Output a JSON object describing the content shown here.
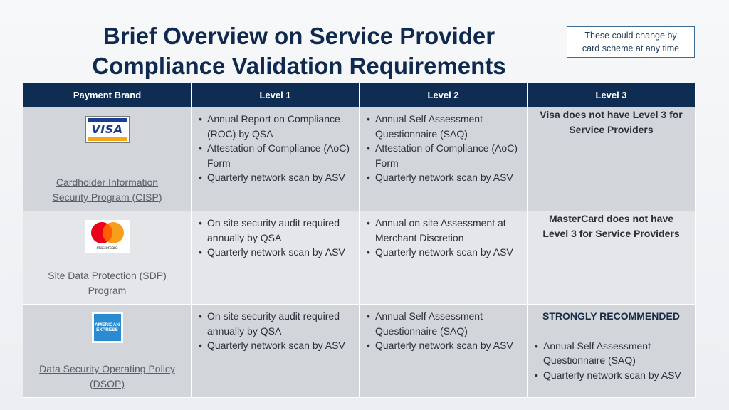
{
  "title": {
    "line1": "Brief Overview on Service Provider",
    "line2": "Compliance Validation Requirements"
  },
  "note": {
    "line1": "These could change by",
    "line2": "card scheme at any time"
  },
  "table": {
    "headers": [
      "Payment Brand",
      "Level 1",
      "Level 2",
      "Level 3"
    ],
    "rows": [
      {
        "logo_text": "VISA",
        "program_line1": "Cardholder Information",
        "program_line2": "Security Program (CISP)",
        "level1": [
          "Annual Report on Compliance (ROC) by QSA",
          "Attestation of Compliance (AoC) Form",
          "Quarterly network scan by ASV"
        ],
        "level2": [
          "Annual Self Assessment Questionnaire (SAQ)",
          "Attestation of Compliance (AoC) Form",
          "Quarterly network scan by ASV"
        ],
        "level3_line1": "Visa does not have Level 3 for",
        "level3_line2": "Service Providers"
      },
      {
        "logo_text": "mastercard",
        "program_line1": "Site Data Protection (SDP)",
        "program_line2": "Program",
        "level1": [
          "On site security audit required annually by QSA",
          "Quarterly network scan by ASV"
        ],
        "level2": [
          "Annual on site Assessment at Merchant Discretion",
          "Quarterly network scan by ASV"
        ],
        "level3_line1": "MasterCard does not have",
        "level3_line2": "Level 3 for Service Providers"
      },
      {
        "logo_text_1": "AMERICAN",
        "logo_text_2": "EXPRESS",
        "program_line1": "Data Security Operating Policy",
        "program_line2": "(DSOP)",
        "level1": [
          "On site security audit required annually by QSA",
          "Quarterly network scan by ASV"
        ],
        "level2": [
          "Annual Self Assessment Questionnaire (SAQ)",
          "Quarterly network scan by ASV"
        ],
        "level3_heading": "STRONGLY RECOMMENDED",
        "level3": [
          "Annual Self Assessment Questionnaire (SAQ)",
          "Quarterly network scan by ASV"
        ]
      }
    ]
  },
  "colors": {
    "header_bg": "#0f2c52",
    "title": "#0f2a4e",
    "row_dark": "#d2d5da",
    "row_light": "#e4e6e9"
  }
}
